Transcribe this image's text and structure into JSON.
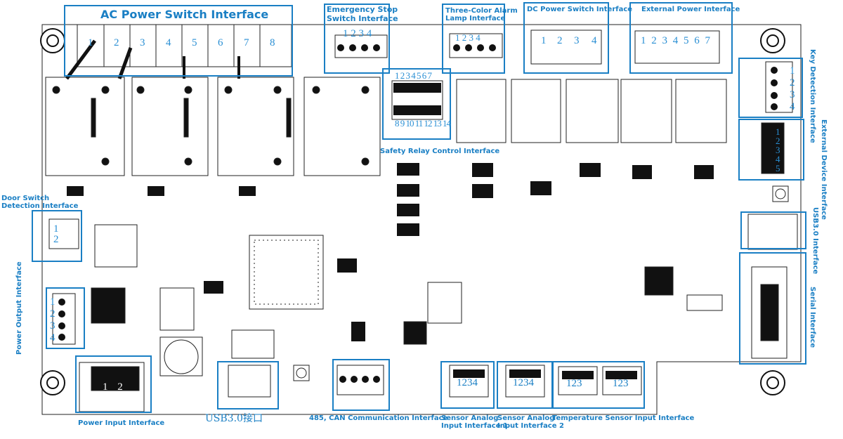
{
  "labels": {
    "ac_power_switch": "AC Power Switch Interface",
    "emergency_stop": "Emergency Stop Switch Interface",
    "emergency_stop_l1": "Emergency Stop",
    "emergency_stop_l2": "Switch Interface",
    "three_color": "Three-Color Alarm Lamp Interface",
    "three_color_l1": "Three-Color Alarm",
    "three_color_l2": "Lamp Interface",
    "dc_power_switch": "DC Power Switch Interface",
    "external_power": "External Power Interface",
    "key_detection": "Key Detection Interface",
    "external_device": "External Device Interface",
    "usb30_right": "USB3.0 Interface",
    "serial": "Serial Interface",
    "door_switch_l1": "Door Switch",
    "door_switch_l2": "Detection Interface",
    "power_output": "Power Output Interface",
    "safety_relay": "Safety Relay Control Interface",
    "power_input": "Power Input Interface",
    "usb30_cn": "USB3.0接口",
    "comm_485_can": "485, CAN Communication Interface",
    "sensor_analog_1_l1": "Sensor Analog",
    "sensor_analog_1_l2": "Input Interface 1",
    "sensor_analog_2_l1": "Sensor Analog",
    "sensor_analog_2_l2": "Input Interface 2",
    "temperature_sensor": "Temperature Sensor Input Interface"
  },
  "pin_numbers": {
    "ac": [
      "1",
      "2",
      "3",
      "4",
      "5",
      "6",
      "7",
      "8"
    ],
    "estop": "1 2 3 4",
    "alarm": "1 2 3 4",
    "dc": [
      "1",
      "2",
      "3",
      "4"
    ],
    "ext_power": "1 2 3 4 5 6 7",
    "key_detection": [
      "1",
      "2",
      "3",
      "4"
    ],
    "external_device": [
      "1",
      "2",
      "3",
      "4",
      "5"
    ],
    "door": [
      "1",
      "2"
    ],
    "power_output": [
      "1",
      "2",
      "3",
      "4"
    ],
    "power_input": "1  2",
    "safety_top": "1 2 3 4 5 6 7",
    "safety_bottom": "8 9 10 11 12 13 14",
    "sensor1": "1234",
    "sensor2": "1234",
    "temp_a": "123",
    "temp_b": "123"
  },
  "colors": {
    "annotation_blue": "#1a7fc4",
    "pcb_outline": "#222222",
    "component_black": "#111111"
  }
}
